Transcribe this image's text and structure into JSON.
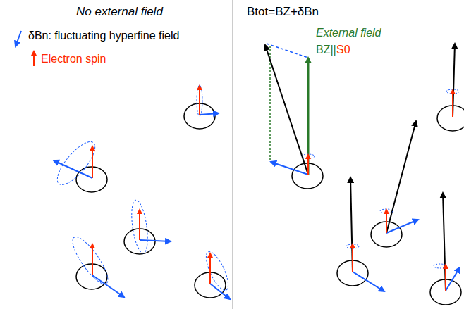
{
  "diagram": {
    "labels": [
      "No external field",
      "δBn: fluctuating hyperfine field",
      "Electron spin",
      "Btot=BZ+δBn",
      "External field",
      "BZ||",
      "S0"
    ]
  }
}
